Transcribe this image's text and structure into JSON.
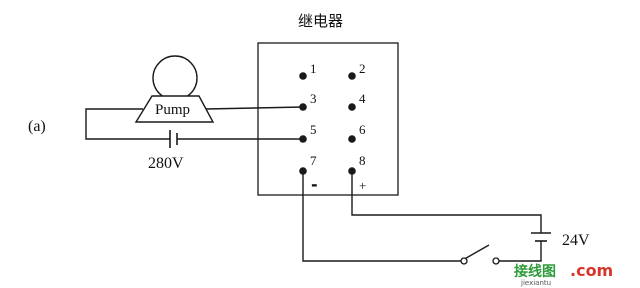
{
  "figure_label": "(a)",
  "relay": {
    "title": "继电器",
    "pins": [
      "1",
      "2",
      "3",
      "4",
      "5",
      "6",
      "7",
      "8"
    ],
    "minus_sign": "-",
    "plus_sign": "+"
  },
  "pump": {
    "label": "Pump"
  },
  "ac_source": {
    "label": "280V"
  },
  "dc_source": {
    "label": "24V"
  },
  "watermark": {
    "brand": "接线图",
    "domain": ".com",
    "sub": "jiexiantu"
  }
}
